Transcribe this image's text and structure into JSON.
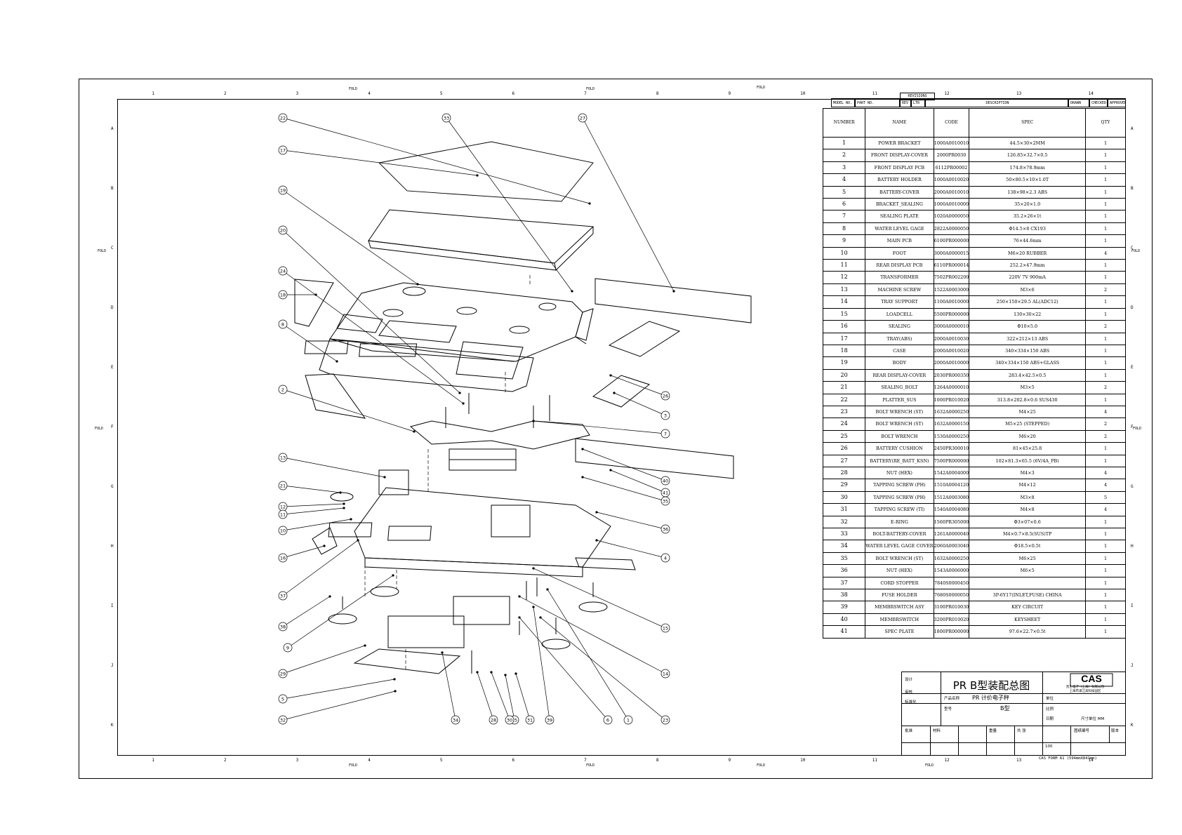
{
  "drawing": {
    "zones_top": [
      "1",
      "2",
      "3",
      "4",
      "5",
      "6",
      "7",
      "8",
      "9",
      "10",
      "11",
      "12",
      "13",
      "14"
    ],
    "zones_side": [
      "A",
      "B",
      "C",
      "D",
      "E",
      "F",
      "G",
      "H",
      "I",
      "J",
      "K"
    ],
    "fold_label": "FOLD",
    "revision_label": "REVISIONS",
    "revision_header": {
      "model_no": "MODEL NO.",
      "part_no": "PART NO.",
      "rev": "REV",
      "ltr": "LTR",
      "description": "DESCRIPTION",
      "drawn": "DRAWN",
      "checked": "CHECKED",
      "approved": "APPROVED"
    },
    "format_note": "CAS FORM A1 (594mmX841mm)"
  },
  "parts_table": {
    "headers": {
      "number": "NUMBER",
      "name": "NAME",
      "code": "CODE",
      "spec": "SPEC",
      "qty": "QTY"
    },
    "rows": [
      {
        "no": "1",
        "name": "POWER BRACKET",
        "code": "1000A0010010",
        "spec": "44.5×30×2MM",
        "qty": "1"
      },
      {
        "no": "2",
        "name": "FRONT DISPLAY-COVER",
        "code": "2000PR0030",
        "spec": "126.85×32.7×0.5",
        "qty": "1"
      },
      {
        "no": "3",
        "name": "FRONT DISPLAY PCB",
        "code": "6112PR00002",
        "spec": "174.8×78.9mm",
        "qty": "1"
      },
      {
        "no": "4",
        "name": "BATTERY HOLDER",
        "code": "1000A0010020",
        "spec": "50×80.5×10×1.0T",
        "qty": "1"
      },
      {
        "no": "5",
        "name": "BATTERY-COVER",
        "code": "2000A0010010",
        "spec": "138×98×2.3  ABS",
        "qty": "1"
      },
      {
        "no": "6",
        "name": "BRACKET_SEALING",
        "code": "1000A0010000",
        "spec": "35×20×1.0",
        "qty": "1"
      },
      {
        "no": "7",
        "name": "SEALING PLATE",
        "code": "1020A0000050",
        "spec": "35.2×26×1t",
        "qty": "1"
      },
      {
        "no": "8",
        "name": "WATER LEVEL GAGE",
        "code": "2822A0000050",
        "spec": "Φ14.5×8  CX193",
        "qty": "1"
      },
      {
        "no": "9",
        "name": "MAIN PCB",
        "code": "6100PR000000",
        "spec": "76×44.6mm",
        "qty": "1"
      },
      {
        "no": "10",
        "name": "FOOT",
        "code": "3000A0000015",
        "spec": "M6×20  RUBBER",
        "qty": "4"
      },
      {
        "no": "11",
        "name": "REAR DISPLAY PCB",
        "code": "6110PR000014",
        "spec": "252.2×47.9mm",
        "qty": "1"
      },
      {
        "no": "12",
        "name": "TRANSFORMER",
        "code": "7502PR002200",
        "spec": "220V 7V 900mA",
        "qty": "1"
      },
      {
        "no": "13",
        "name": "MACHINE SCREW",
        "code": "1522A0003000",
        "spec": "M3×6",
        "qty": "2"
      },
      {
        "no": "14",
        "name": "TRAY SUPPORT",
        "code": "1100A0010000",
        "spec": "250×150×29.5  AL(ADC12)",
        "qty": "1"
      },
      {
        "no": "15",
        "name": "LOADCELL",
        "code": "5500PR000000",
        "spec": "130×30×22",
        "qty": "1"
      },
      {
        "no": "16",
        "name": "SEALING",
        "code": "3000A0000010",
        "spec": "Φ10×5.0",
        "qty": "2"
      },
      {
        "no": "17",
        "name": "TRAY(ABS)",
        "code": "2000A0010030",
        "spec": "322×212×13  ABS",
        "qty": "1"
      },
      {
        "no": "18",
        "name": "CASE",
        "code": "2000A0010020",
        "spec": "340×334×150  ABS",
        "qty": "1"
      },
      {
        "no": "19",
        "name": "BODY",
        "code": "2000A0010000",
        "spec": "340×334×150  ABS+GLASS",
        "qty": "1"
      },
      {
        "no": "20",
        "name": "REAR DISPLAY-COVER",
        "code": "2030PR000350",
        "spec": "283.4×42.5×0.5",
        "qty": "1"
      },
      {
        "no": "21",
        "name": "SEALING_BOLT",
        "code": "1264A0000010",
        "spec": "M3×5",
        "qty": "2"
      },
      {
        "no": "22",
        "name": "PLATTER_SUS",
        "code": "1000PR010020",
        "spec": "313.8×202.8×0.6  SUS430",
        "qty": "1"
      },
      {
        "no": "23",
        "name": "BOLT WRENCH (ST)",
        "code": "1632A0000250",
        "spec": "M4×25",
        "qty": "4"
      },
      {
        "no": "24",
        "name": "BOLT WRENCH (ST)",
        "code": "1632A0000150",
        "spec": "M5×25 (STEPPED)",
        "qty": "2"
      },
      {
        "no": "25",
        "name": "BOLT WRENCH",
        "code": "1530A0000250",
        "spec": "M6×20",
        "qty": "2"
      },
      {
        "no": "26",
        "name": "BATTERY CUSHION",
        "code": "2450PR300010",
        "spec": "81×45×25.8",
        "qty": "1"
      },
      {
        "no": "27",
        "name": "BATTERY(RE_BATT_KSN)",
        "code": "7500PR000000",
        "spec": "102×81.3×65.5 (6V/4A_PB)",
        "qty": "1"
      },
      {
        "no": "28",
        "name": "NUT (HEX)",
        "code": "1542A0004000",
        "spec": "M4×3",
        "qty": "4"
      },
      {
        "no": "29",
        "name": "TAPPING SCREW (PH)",
        "code": "1510A0004120",
        "spec": "M4×12",
        "qty": "4"
      },
      {
        "no": "30",
        "name": "TAPPING SCREW (PH)",
        "code": "1512A0003080",
        "spec": "M3×8",
        "qty": "5"
      },
      {
        "no": "31",
        "name": "TAPPING SCREW (TI)",
        "code": "1540A0004080",
        "spec": "M4×8",
        "qty": "4"
      },
      {
        "no": "32",
        "name": "E-RING",
        "code": "1560PR305000",
        "spec": "Φ3×07×0.6",
        "qty": "1"
      },
      {
        "no": "33",
        "name": "BOLT-BATTERY-COVER",
        "code": "1261A0000040",
        "spec": "M4×0.7×8.5(SUS)TP",
        "qty": "1"
      },
      {
        "no": "34",
        "name": "WATER LEVEL GAGE COVER",
        "code": "2060A0003040",
        "spec": "Φ18.5×0.5t",
        "qty": "1"
      },
      {
        "no": "35",
        "name": "BOLT WRENCH (ST)",
        "code": "1632A0000250",
        "spec": "M6×25",
        "qty": "1"
      },
      {
        "no": "36",
        "name": "NUT (HEX)",
        "code": "1543A0006000",
        "spec": "M6×5",
        "qty": "1"
      },
      {
        "no": "37",
        "name": "CORD STOPPER",
        "code": "7840S0000450",
        "spec": "",
        "qty": "1"
      },
      {
        "no": "38",
        "name": "FUSE HOLDER",
        "code": "7680S0000050",
        "spec": "3P-6Y17(INLET,FUSE)  CHINA",
        "qty": "1"
      },
      {
        "no": "39",
        "name": "MEMBRSWITCH ASY",
        "code": "3100PR010030",
        "spec": "KEY CIRCUIT",
        "qty": "1"
      },
      {
        "no": "40",
        "name": "MEMBRSWITCH",
        "code": "3200PR010020",
        "spec": "KEYSHEET",
        "qty": "1"
      },
      {
        "no": "41",
        "name": "SPEC PLATE",
        "code": "1800PR000000",
        "spec": "97.6×22.7×0.5t",
        "qty": "1"
      }
    ]
  },
  "title_block": {
    "title": "PR  B型装配总图",
    "logo": "CAS",
    "company_line1": "凯士电子（上海）有限公司",
    "company_line2": "上海市浦江高科技园区",
    "product_name": "PR 计价电子秤",
    "version": "B型",
    "page": "100",
    "labels": {
      "design": "设计",
      "check": "审核",
      "standard": "标准化",
      "approve": "批准",
      "material": "材料",
      "product": "产品名称",
      "model": "型号",
      "scale": "比例",
      "sheet": "共  张",
      "drawing_no": "图纸编号",
      "date": "日期",
      "unit": "单位",
      "size": "尺寸单位 MM",
      "weight": "重量",
      "rev": "版本"
    }
  },
  "balloons": [
    "22",
    "17",
    "19",
    "20",
    "24",
    "18",
    "8",
    "2",
    "13",
    "21",
    "12",
    "11",
    "10",
    "16",
    "37",
    "38",
    "9",
    "29",
    "5",
    "32",
    "33",
    "27",
    "26",
    "3",
    "7",
    "40",
    "41",
    "35",
    "36",
    "4",
    "15",
    "14",
    "1",
    "6",
    "39",
    "31",
    "25",
    "28",
    "30",
    "34",
    "23"
  ],
  "colors": {
    "line": "#000000",
    "paper": "#ffffff"
  }
}
